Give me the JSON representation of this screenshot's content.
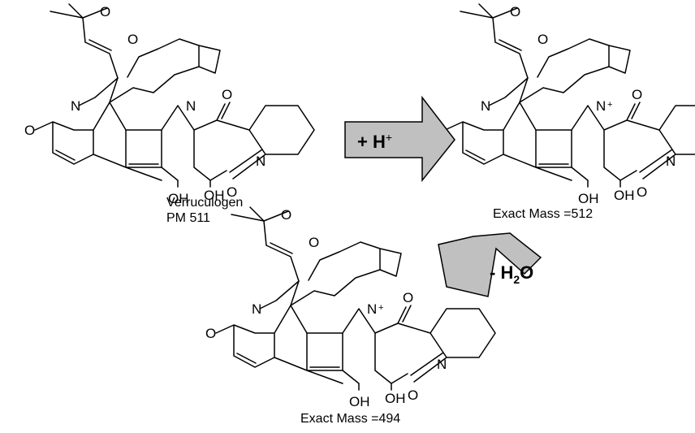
{
  "atoms": {
    "O": "O",
    "N": "N",
    "OH": "OH",
    "plus": "+"
  },
  "captions": {
    "compound_name": "Verruculogen",
    "compound_mass": "PM 511",
    "intermediate_mass": "Exact Mass =512",
    "product_mass": "Exact Mass =494"
  },
  "arrows": {
    "protonation": {
      "label": "+ H",
      "superscript": "+"
    },
    "dehydration": {
      "label": "- H",
      "subscript": "2",
      "tail": "O"
    }
  },
  "colors": {
    "arrow_fill": "#c0c0c0",
    "ink": "#000000"
  }
}
